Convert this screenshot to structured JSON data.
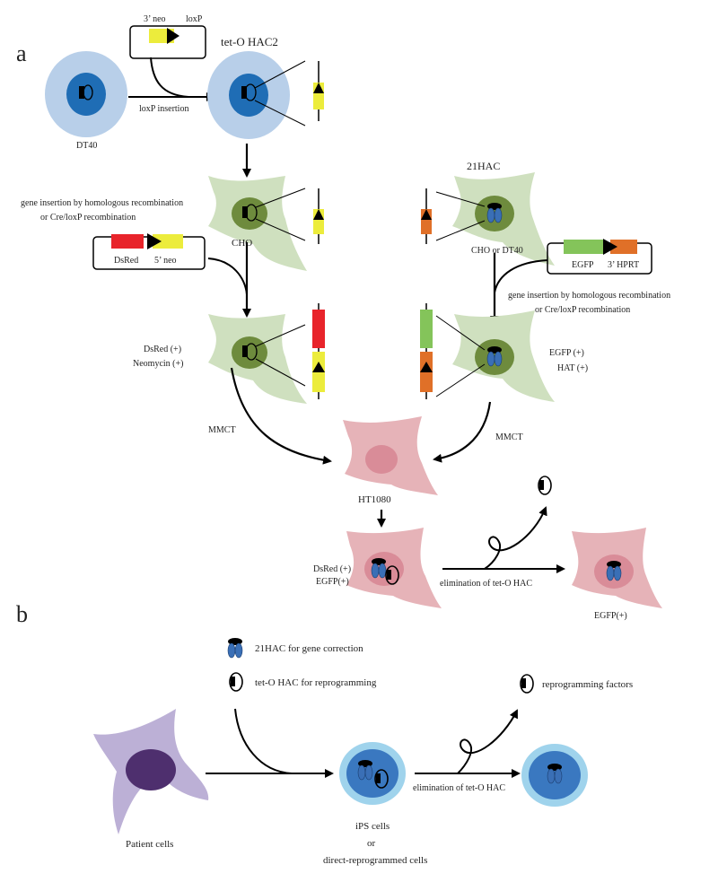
{
  "panels": {
    "a": "a",
    "b": "b"
  },
  "a": {
    "cassette_neo_loxp": {
      "label_3neo": "3’ neo",
      "label_loxp": "loxP"
    },
    "dt40_label": "DT40",
    "loxp_insertion_label": "loxP insertion",
    "teto_hac2_label": "tet-O HAC2",
    "gene_insertion_left": {
      "line1": "gene insertion by homologous recombination",
      "line2": "or Cre/loxP recombination"
    },
    "cho_label": "CHO",
    "hac21_label": "21HAC",
    "cho_or_dt40_label": "CHO or DT40",
    "dsred_cassette": {
      "gene": "DsRed",
      "neo": "5’ neo"
    },
    "egfp_cassette": {
      "gene": "EGFP",
      "hprt": "3’ HPRT"
    },
    "gene_insertion_right": {
      "line1": "gene insertion by homologous recombination",
      "line2": "or Cre/loxP recombination"
    },
    "left_markers": {
      "line1": "DsRed (+)",
      "line2": "Neomycin (+)"
    },
    "right_markers": {
      "line1": "EGFP (+)",
      "line2": "HAT (+)"
    },
    "mmct_left": "MMCT",
    "mmct_right": "MMCT",
    "ht1080_label": "HT1080",
    "double_markers": {
      "line1": "DsRed (+)",
      "line2": "EGFP(+)"
    },
    "elimination_label": "elimination of tet-O HAC",
    "final_marker": "EGFP(+)"
  },
  "b": {
    "legend_21hac": "21HAC for gene correction",
    "legend_teto": "tet-O HAC for reprogramming",
    "reprogramming_factors": "reprogramming factors",
    "patient_cells": "Patient cells",
    "elimination_label": "elimination of tet-O HAC",
    "ips_line1": "iPS cells",
    "ips_line2": "or",
    "ips_line3": "direct-reprogrammed cells"
  },
  "colors": {
    "dt40_outer": "#b8cfe9",
    "dt40_nucleus": "#1f6db5",
    "cho_cell": "#cfe0bf",
    "cho_nucleus": "#6e8b3d",
    "ht1080_cell": "#e6b3b8",
    "ht1080_nucleus": "#d98c98",
    "patient_cell": "#bcb0d6",
    "patient_nucleus": "#4e2f6e",
    "ips_outer": "#9fd3ec",
    "ips_nucleus": "#3a78c0",
    "hac21_body": "#3a6fb6",
    "yellow": "#ecec3c",
    "red": "#e8242b",
    "green": "#84c45a",
    "orange": "#e07028"
  }
}
